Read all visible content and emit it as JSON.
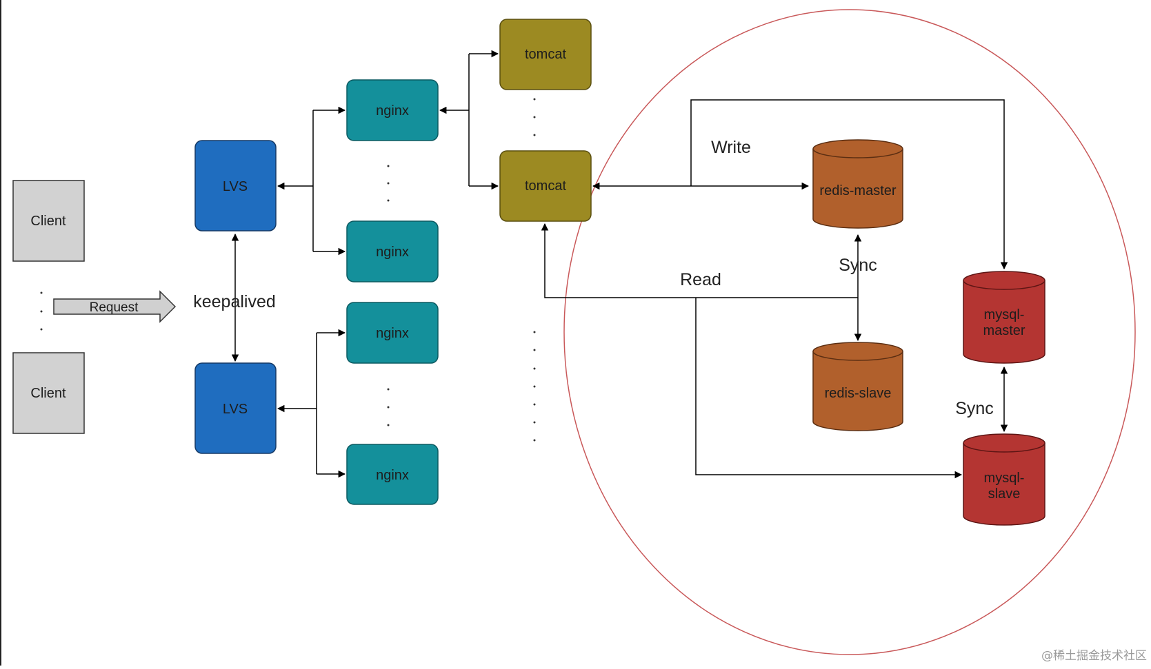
{
  "diagram": {
    "clients": [
      "Client",
      "Client"
    ],
    "request_label": "Request",
    "keepalived_label": "keepalived",
    "lvs": [
      "LVS",
      "LVS"
    ],
    "nginx": [
      "nginx",
      "nginx",
      "nginx",
      "nginx"
    ],
    "tomcat": [
      "tomcat",
      "tomcat"
    ],
    "redis_master": "redis-master",
    "redis_slave": "redis-slave",
    "mysql_master": [
      "mysql-",
      "master"
    ],
    "mysql_slave": [
      "mysql-",
      "slave"
    ],
    "write_label": "Write",
    "read_label": "Read",
    "sync_labels": [
      "Sync",
      "Sync"
    ],
    "watermark": "@稀土掘金技术社区"
  },
  "colors": {
    "client": "#d2d2d2",
    "lvs": "#1f6dbf",
    "nginx": "#14909b",
    "tomcat": "#9c8a22",
    "redis": "#b1602c",
    "mysql": "#b43532",
    "circle": "#c9595a",
    "line": "#000000"
  }
}
